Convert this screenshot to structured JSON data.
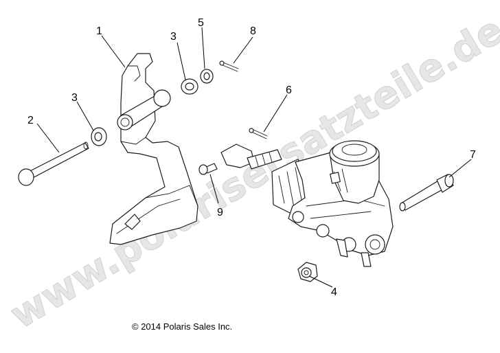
{
  "watermark": "www.polarisersatzteile.de",
  "copyright": "© 2014 Polaris Sales Inc.",
  "callouts": {
    "c1": "1",
    "c2": "2",
    "c3a": "3",
    "c3b": "3",
    "c4": "4",
    "c5": "5",
    "c6": "6",
    "c7": "7",
    "c8": "8",
    "c9": "9"
  }
}
